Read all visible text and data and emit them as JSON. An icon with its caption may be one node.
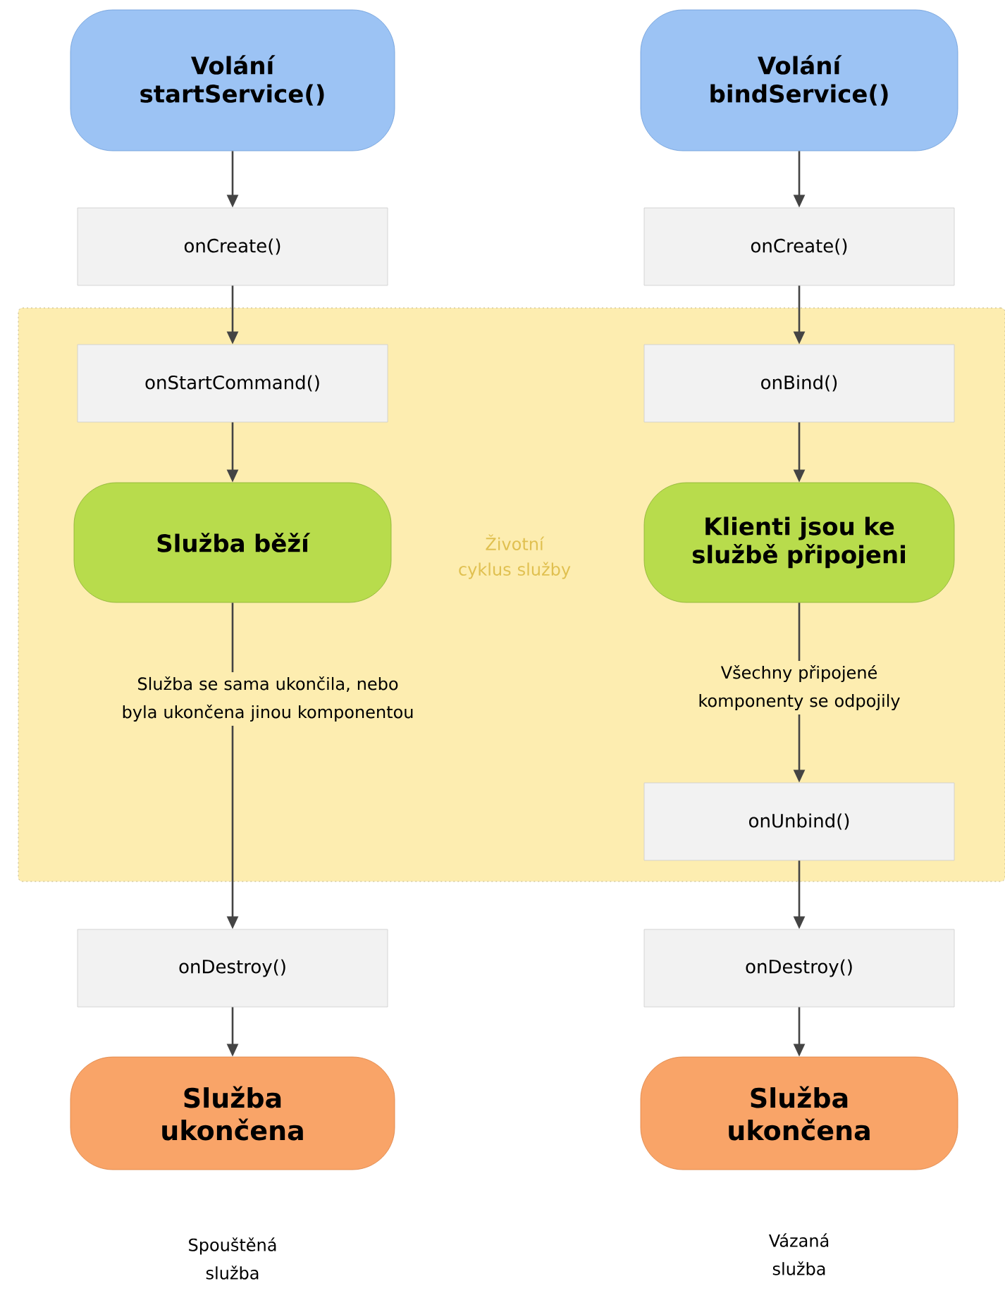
{
  "diagram": {
    "nodes": [
      {
        "text": [
          "Volání startService()"
        ]
      },
      {
        "text": [
          "Volání bindService()"
        ]
      },
      {
        "text": [
          "onCreate()"
        ]
      },
      {
        "text": [
          "onCreate()"
        ]
      },
      {
        "text": [
          "Životní cyklus služby"
        ]
      },
      {
        "text": [
          "onStartCommand()"
        ],
        "in": 4
      },
      {
        "text": [
          "onBind()"
        ],
        "in": 4
      },
      {
        "text": [
          "Služba běží"
        ],
        "in": 4
      },
      {
        "text": [
          "Klienti jsou ke službě připojeni"
        ],
        "in": 4
      },
      {
        "text": [
          "onUnbind()"
        ],
        "in": 4
      },
      {
        "text": [
          "onDestroy()"
        ]
      },
      {
        "text": [
          "onDestroy()"
        ]
      },
      {
        "text": [
          "Služba ukončena"
        ]
      },
      {
        "text": [
          "Služba ukončena"
        ]
      }
    ],
    "labels": [
      "Spouštěná služba",
      "Vázaná služba"
    ],
    "edges": [
      {
        "from": 0,
        "to": 2,
        "arrow": "to"
      },
      {
        "from": 2,
        "to": 5,
        "arrow": "to"
      },
      {
        "from": 5,
        "to": 7,
        "arrow": "to"
      },
      {
        "from": 7,
        "to": 10,
        "arrow": "to",
        "label": "Služba se sama ukončila, nebo byla ukončena jinou komponentou"
      },
      {
        "from": 10,
        "to": 12,
        "arrow": "to"
      },
      {
        "from": 1,
        "to": 3,
        "arrow": "to"
      },
      {
        "from": 3,
        "to": 6,
        "arrow": "to"
      },
      {
        "from": 6,
        "to": 8,
        "arrow": "to"
      },
      {
        "from": 8,
        "to": 9,
        "arrow": "to",
        "label": "Všechny připojené komponenty se odpojily"
      },
      {
        "from": 9,
        "to": 11,
        "arrow": "to"
      },
      {
        "from": 11,
        "to": 13,
        "arrow": "to"
      }
    ]
  }
}
